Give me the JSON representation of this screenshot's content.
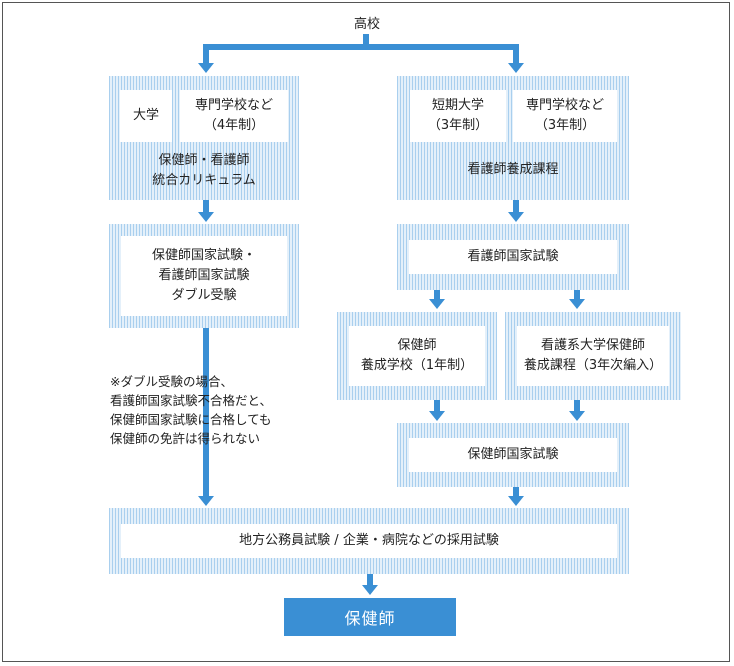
{
  "start": "高校",
  "left": {
    "univ": "大学",
    "senmon": "専門学校など\n（4年制）",
    "curriculum": "保健師・看護師\n統合カリキュラム",
    "double_exam": "保健師国家試験・\n看護師国家試験\nダブル受験",
    "note": "※ダブル受験の場合、\n看護師国家試験不合格だと、\n保健師国家試験に合格しても\n保健師の免許は得られない"
  },
  "right": {
    "tanki": "短期大学\n（3年制）",
    "senmon": "専門学校など\n（3年制）",
    "course": "看護師養成課程",
    "nurse_exam": "看護師国家試験",
    "phn_school": "保健師\n養成学校（1年制）",
    "phn_univ": "看護系大学保健師\n養成課程（3年次編入）",
    "phn_exam": "保健師国家試験"
  },
  "employment": "地方公務員試験 / 企業・病院などの採用試験",
  "result": "保健師",
  "colors": {
    "accent": "#3a8fd4",
    "box_light": "#cfe4f4"
  }
}
